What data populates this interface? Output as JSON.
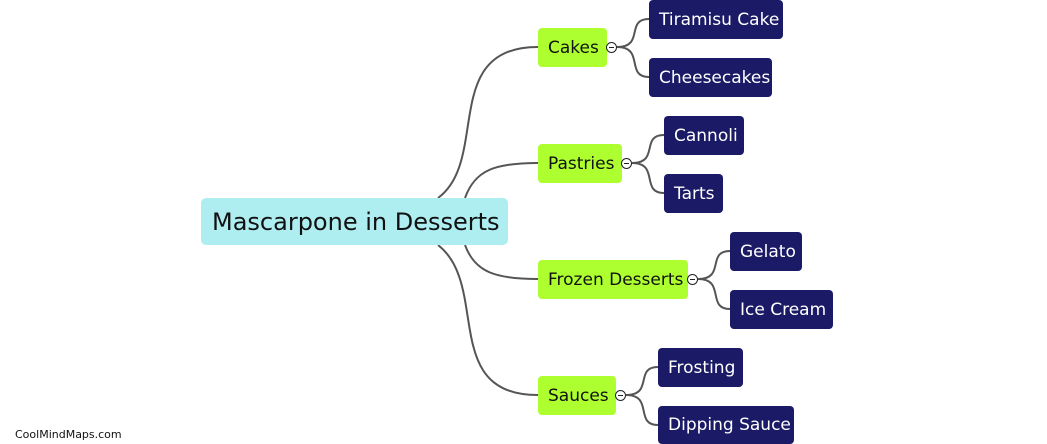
{
  "root": {
    "label": "Mascarpone in Desserts"
  },
  "branches": [
    {
      "label": "Cakes",
      "children": [
        "Tiramisu Cake",
        "Cheesecakes"
      ]
    },
    {
      "label": "Pastries",
      "children": [
        "Cannoli",
        "Tarts"
      ]
    },
    {
      "label": "Frozen Desserts",
      "children": [
        "Gelato",
        "Ice Cream"
      ]
    },
    {
      "label": "Sauces",
      "children": [
        "Frosting",
        "Dipping Sauce"
      ]
    }
  ],
  "footer": {
    "text": "CoolMindMaps.com"
  },
  "colors": {
    "root_fill": "#aeeef0",
    "branch_fill": "#adff2f",
    "leaf_fill": "#1b1a66",
    "leaf_text": "#ffffff",
    "link": "#555555"
  }
}
